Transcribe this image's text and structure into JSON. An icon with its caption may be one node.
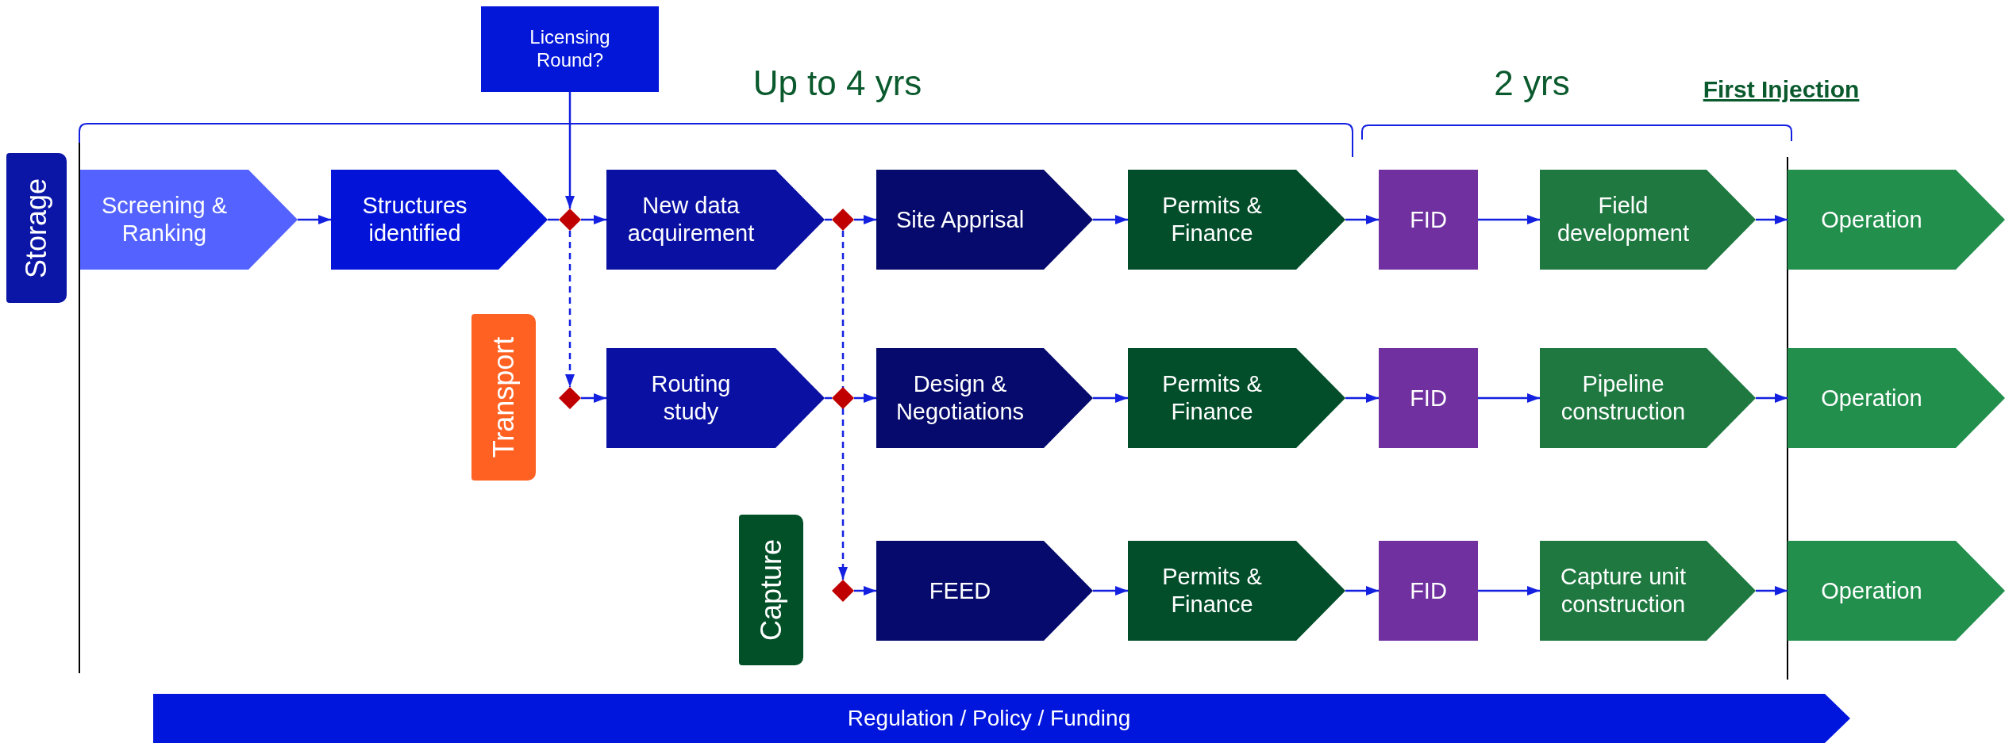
{
  "diagram": {
    "nodes": [
      {
        "text": [
          "Licensing Round?"
        ]
      },
      {
        "text": [
          "Storage"
        ]
      },
      {
        "text": [
          "Screening & Ranking"
        ]
      },
      {
        "text": [
          "Structures identified"
        ]
      },
      {
        "text": [],
        "shape": "diamond"
      },
      {
        "text": [
          "New data acquirement"
        ]
      },
      {
        "text": [],
        "shape": "diamond"
      },
      {
        "text": [
          "Site Apprisal"
        ]
      },
      {
        "text": [
          "Permits & Finance"
        ]
      },
      {
        "text": [
          "FID"
        ]
      },
      {
        "text": [
          "Field development"
        ]
      },
      {
        "text": [
          "Operation"
        ]
      },
      {
        "text": [
          "Transport"
        ]
      },
      {
        "text": [],
        "shape": "diamond"
      },
      {
        "text": [
          "Routing study"
        ]
      },
      {
        "text": [],
        "shape": "diamond"
      },
      {
        "text": [
          "Design & Negotiations"
        ]
      },
      {
        "text": [
          "Permits & Finance"
        ]
      },
      {
        "text": [
          "FID"
        ]
      },
      {
        "text": [
          "Pipeline construction"
        ]
      },
      {
        "text": [
          "Operation"
        ]
      },
      {
        "text": [
          "Capture"
        ]
      },
      {
        "text": [],
        "shape": "diamond"
      },
      {
        "text": [
          "FEED"
        ]
      },
      {
        "text": [
          "Permits & Finance"
        ]
      },
      {
        "text": [
          "FID"
        ]
      },
      {
        "text": [
          "Capture unit construction"
        ]
      },
      {
        "text": [
          "Operation"
        ]
      },
      {
        "text": [
          "Regulation / Policy / Funding"
        ]
      }
    ],
    "edges": [
      {
        "from": 2,
        "to": 3,
        "arrow": "to"
      },
      {
        "from": 3,
        "to": 4,
        "arrow": "none"
      },
      {
        "from": 0,
        "to": 4,
        "arrow": "to"
      },
      {
        "from": 4,
        "to": 5,
        "arrow": "to"
      },
      {
        "from": 5,
        "to": 6,
        "arrow": "none"
      },
      {
        "from": 6,
        "to": 7,
        "arrow": "to"
      },
      {
        "from": 7,
        "to": 8,
        "arrow": "to"
      },
      {
        "from": 8,
        "to": 9,
        "arrow": "to"
      },
      {
        "from": 9,
        "to": 10,
        "arrow": "to"
      },
      {
        "from": 10,
        "to": 11,
        "arrow": "to"
      },
      {
        "from": 4,
        "to": 13,
        "arrow": "to",
        "style": "dashed"
      },
      {
        "from": 13,
        "to": 14,
        "arrow": "to"
      },
      {
        "from": 14,
        "to": 15,
        "arrow": "none"
      },
      {
        "from": 15,
        "to": 16,
        "arrow": "to"
      },
      {
        "from": 16,
        "to": 17,
        "arrow": "to"
      },
      {
        "from": 17,
        "to": 18,
        "arrow": "to"
      },
      {
        "from": 18,
        "to": 19,
        "arrow": "to"
      },
      {
        "from": 19,
        "to": 20,
        "arrow": "to"
      },
      {
        "from": 6,
        "to": 22,
        "arrow": "to",
        "style": "dashed"
      },
      {
        "from": 22,
        "to": 23,
        "arrow": "to"
      },
      {
        "from": 23,
        "to": 24,
        "arrow": "to"
      },
      {
        "from": 24,
        "to": 25,
        "arrow": "to"
      },
      {
        "from": 25,
        "to": 26,
        "arrow": "to"
      },
      {
        "from": 26,
        "to": 27,
        "arrow": "to"
      }
    ],
    "labels": [
      "Up to 4 yrs",
      "2 yrs",
      "First Injection"
    ]
  }
}
